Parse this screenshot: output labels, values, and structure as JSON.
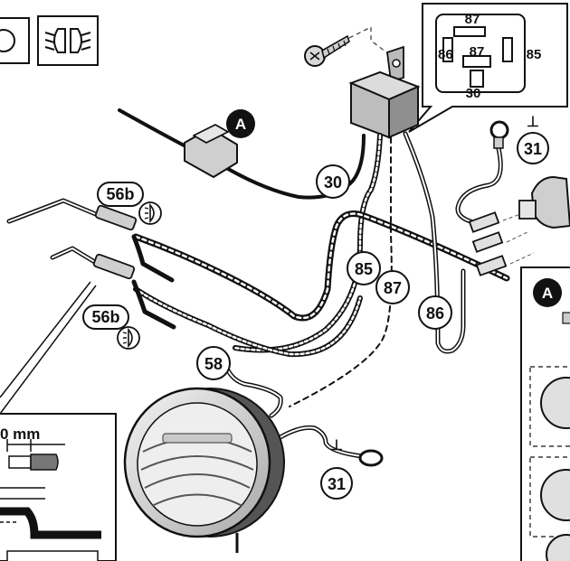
{
  "relay": {
    "pins": {
      "top": "87",
      "left": "86",
      "center": "87",
      "right": "85",
      "bottom": "30"
    }
  },
  "labels": {
    "callout_a": "A",
    "term_30": "30",
    "term_31_top": "31",
    "term_31_bottom": "31",
    "term_56b_upper": "56b",
    "term_56b_lower": "56b",
    "term_85": "85",
    "term_87": "87",
    "term_86": "86",
    "term_58": "58",
    "inset_callout_a": "A",
    "ground_symbol": "⊥"
  },
  "detail": {
    "strip_length": "0 mm"
  },
  "colors": {
    "line": "#111111",
    "background": "#ffffff",
    "housing_fill": "#d4d4d4",
    "lens_fill": "#eeeeee"
  }
}
